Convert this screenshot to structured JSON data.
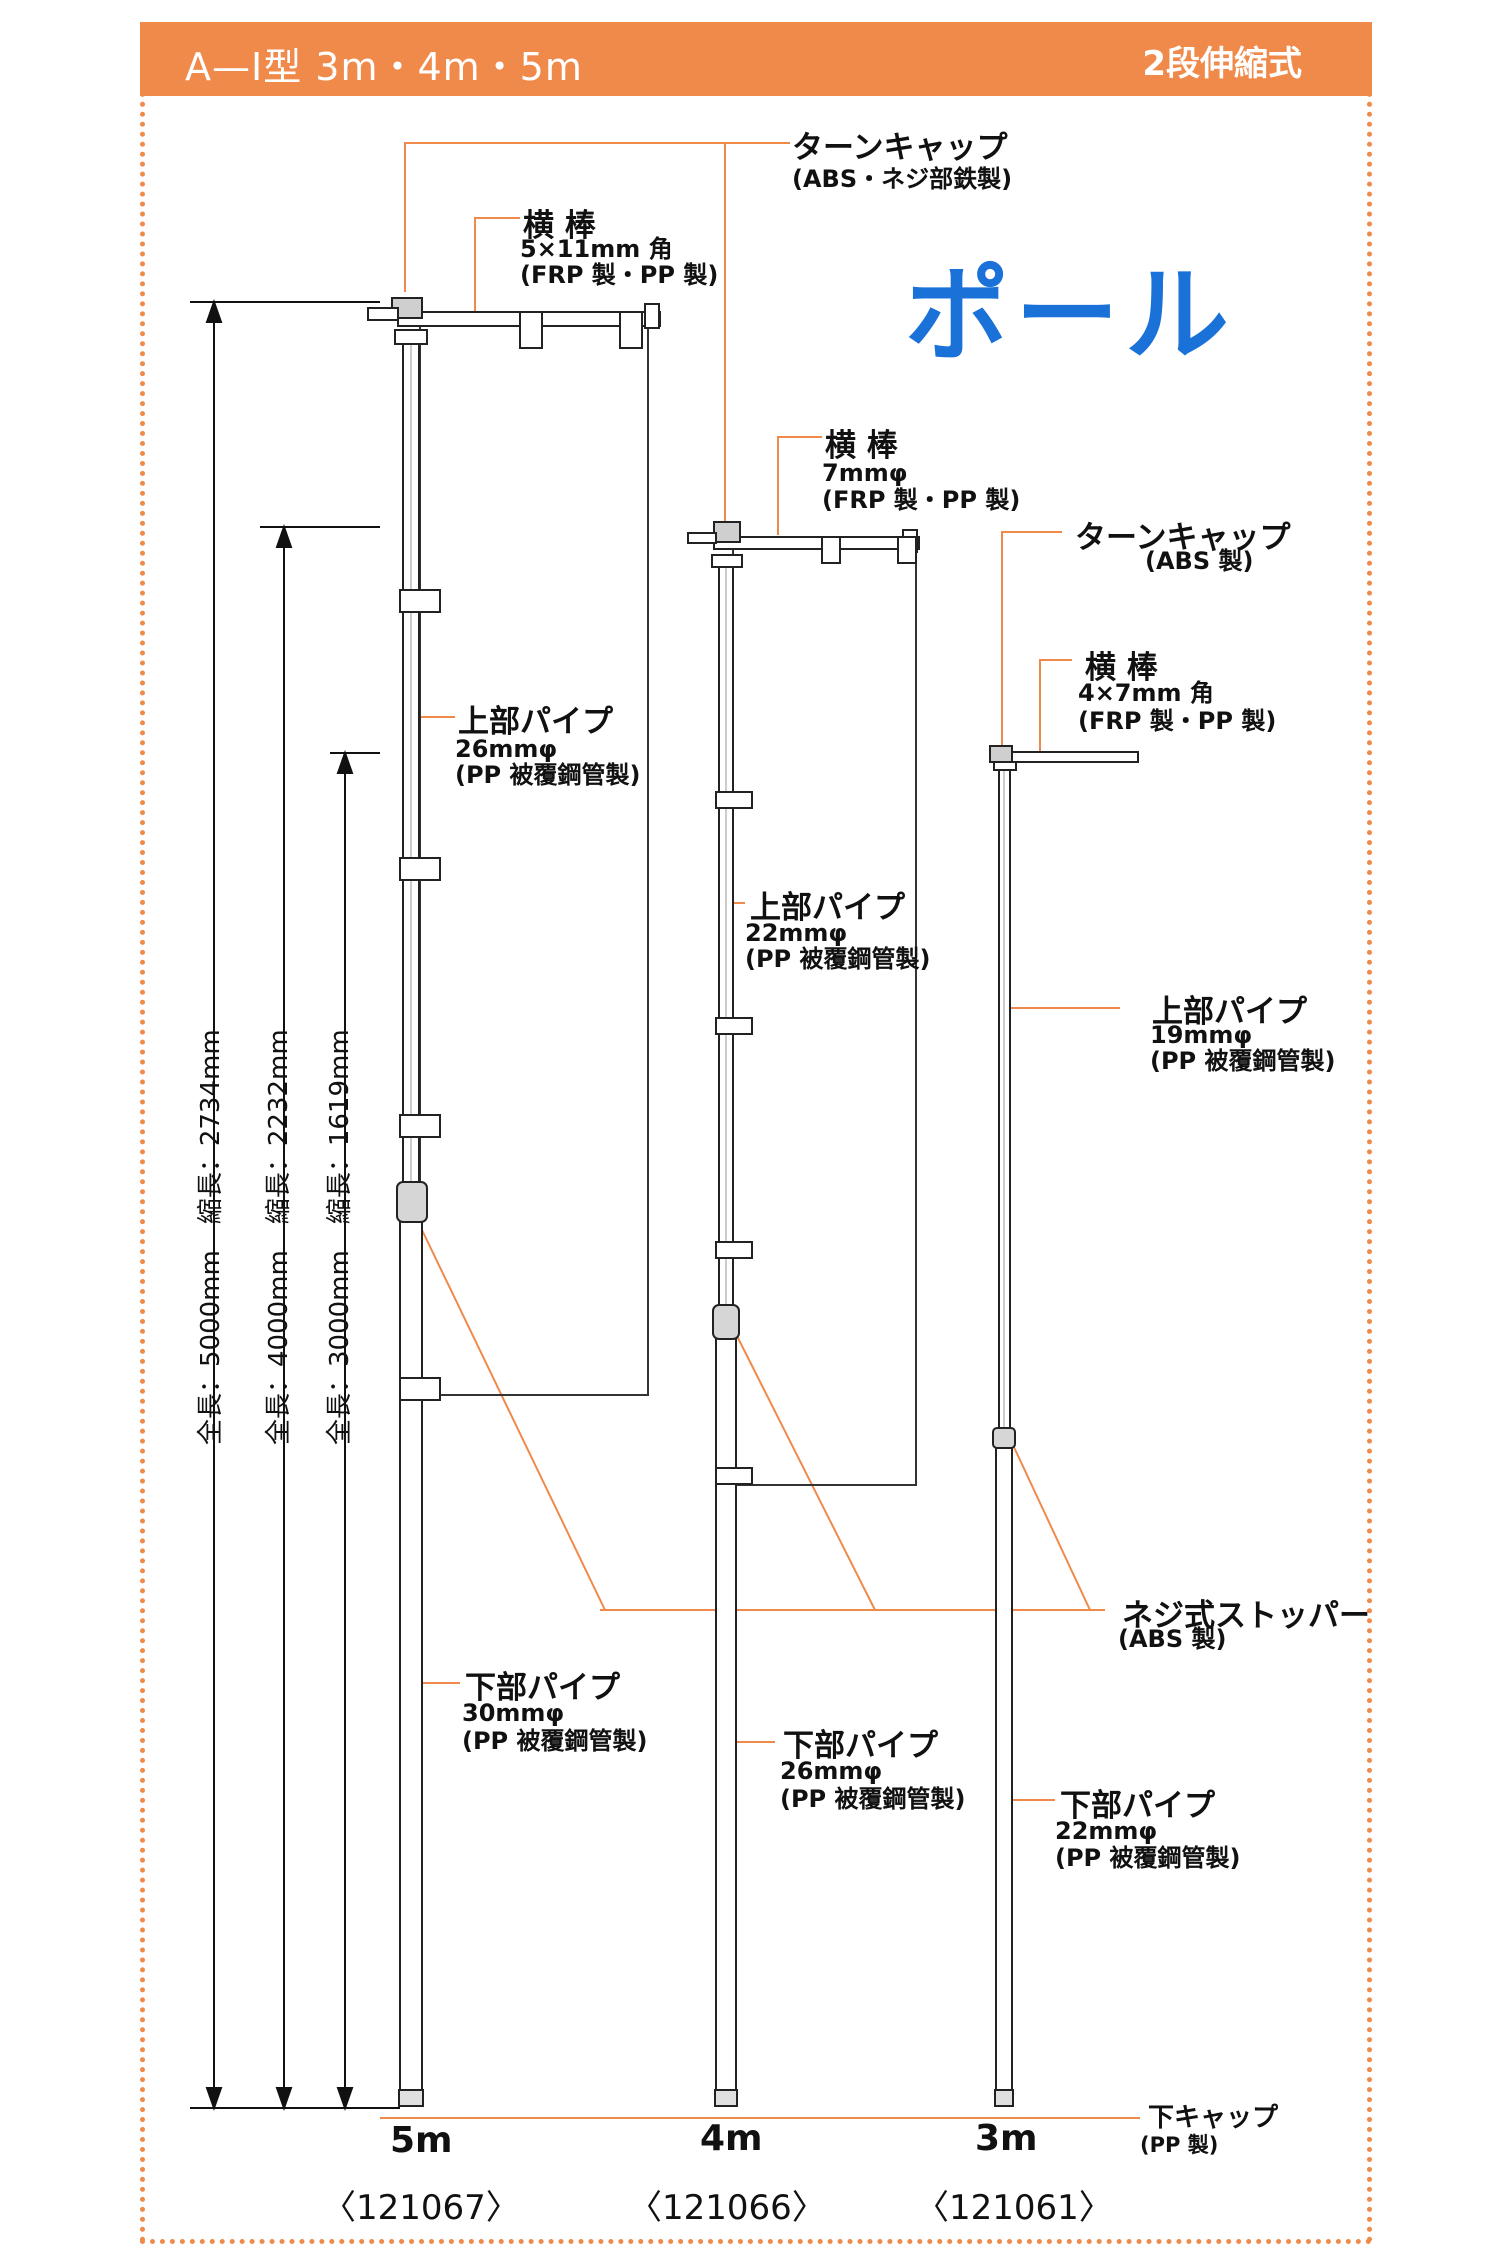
{
  "header": {
    "title": "A—Ⅰ型 3m・4m・5m",
    "type": "2段伸縮式"
  },
  "pole_title": "ポール",
  "colors": {
    "accent": "#f08a4b",
    "title_blue": "#1a72d9",
    "line": "#111111"
  },
  "poles": [
    {
      "size": "5m",
      "model": "〈121067〉",
      "turn_cap": {
        "name": "ターンキャップ",
        "spec": "(ABS・ネジ部鉄製)"
      },
      "cross_bar": {
        "name": "横 棒",
        "spec1": "5×11mm 角",
        "spec2": "(FRP 製・PP 製)"
      },
      "upper_pipe": {
        "name": "上部パイプ",
        "spec1": "26mmφ",
        "spec2": "(PP 被覆鋼管製)"
      },
      "lower_pipe": {
        "name": "下部パイプ",
        "spec1": "30mmφ",
        "spec2": "(PP 被覆鋼管製)"
      },
      "dimension": "全長：5000mm　縮長：2734mm"
    },
    {
      "size": "4m",
      "model": "〈121066〉",
      "cross_bar": {
        "name": "横 棒",
        "spec1": "7mmφ",
        "spec2": "(FRP 製・PP 製)"
      },
      "upper_pipe": {
        "name": "上部パイプ",
        "spec1": "22mmφ",
        "spec2": "(PP 被覆鋼管製)"
      },
      "lower_pipe": {
        "name": "下部パイプ",
        "spec1": "26mmφ",
        "spec2": "(PP 被覆鋼管製)"
      },
      "dimension": "全長：4000mm　縮長：2232mm"
    },
    {
      "size": "3m",
      "model": "〈121061〉",
      "turn_cap": {
        "name": "ターンキャップ",
        "spec": "(ABS 製)"
      },
      "cross_bar": {
        "name": "横 棒",
        "spec1": "4×7mm 角",
        "spec2": "(FRP 製・PP 製)"
      },
      "upper_pipe": {
        "name": "上部パイプ",
        "spec1": "19mmφ",
        "spec2": "(PP 被覆鋼管製)"
      },
      "lower_pipe": {
        "name": "下部パイプ",
        "spec1": "22mmφ",
        "spec2": "(PP 被覆鋼管製)"
      },
      "dimension": "全長：3000mm　縮長：1619mm"
    }
  ],
  "screw_stopper": {
    "name": "ネジ式ストッパー",
    "spec": "(ABS 製)"
  },
  "bottom_cap": {
    "name": "下キャップ",
    "spec": "(PP 製)"
  }
}
